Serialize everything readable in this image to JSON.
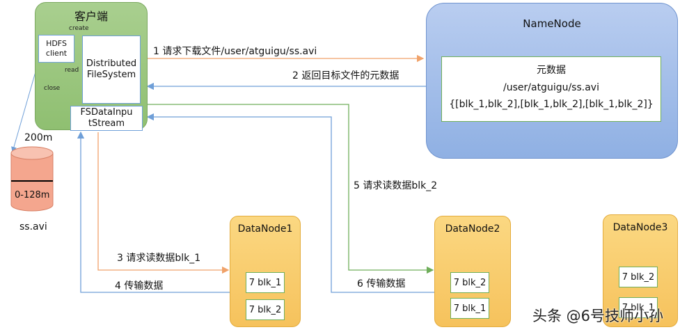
{
  "client": {
    "title": "客户端",
    "hdfs_client": "HDFS\nclient",
    "distributed_fs": "Distributed\nFileSystem",
    "fs_input": "FSDataInpu\ntStream",
    "label_create": "create",
    "label_read": "read",
    "label_close": "close"
  },
  "disk": {
    "size_top": "200m",
    "range": "0-128m",
    "file": "ss.avi"
  },
  "namenode": {
    "title": "NameNode",
    "meta_title": "元数据",
    "meta_path": "/user/atguigu/ss.avi",
    "meta_blocks": "{[blk_1,blk_2],[blk_1,blk_2],[blk_1,blk_2]}"
  },
  "steps": {
    "s1": "1 请求下载文件/user/atguigu/ss.avi",
    "s2": "2 返回目标文件的元数据",
    "s3": "3 请求读数据blk_1",
    "s4": "4 传输数据",
    "s5": "5 请求读数据blk_2",
    "s6": "6 传输数据"
  },
  "datanodes": [
    {
      "title": "DataNode1",
      "blocks": [
        "7 blk_1",
        "7 blk_2"
      ]
    },
    {
      "title": "DataNode2",
      "blocks": [
        "7 blk_2",
        "7 blk_1"
      ]
    },
    {
      "title": "DataNode3",
      "blocks": [
        "7 blk_2",
        "7 blk_1"
      ]
    }
  ],
  "watermark": "头条 @6号技师小孙",
  "colors": {
    "orange": "#f0a26a",
    "blue": "#6f9fd8",
    "green": "#6fae5a"
  }
}
